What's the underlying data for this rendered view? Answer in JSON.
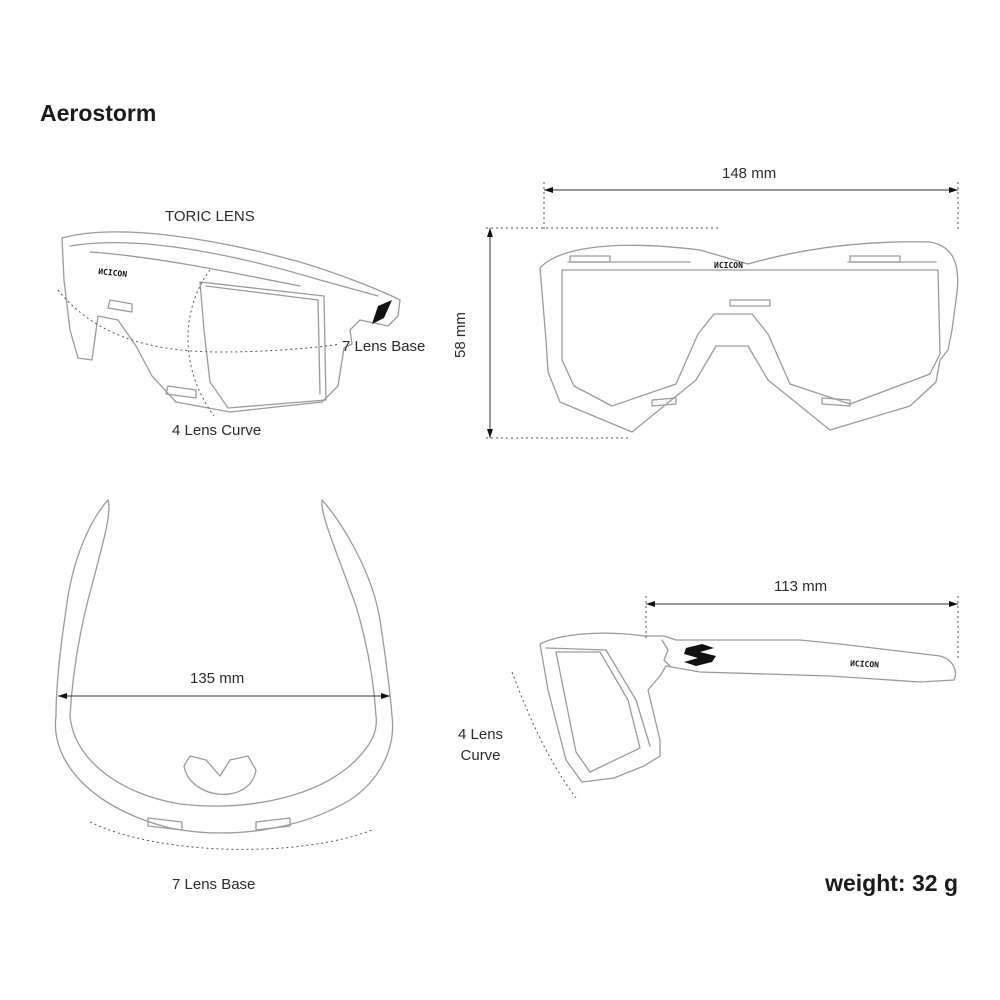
{
  "title": "Aerostorm",
  "labels": {
    "toric_lens": "TORIC LENS",
    "front_lens_base": "7 Lens Base",
    "front_lens_curve": "4 Lens Curve",
    "width_total": "148 mm",
    "height": "58 mm",
    "width_temple": "135 mm",
    "top_lens_base": "7 Lens Base",
    "temple_length": "113 mm",
    "side_lens_curve": "4 Lens\nCurve"
  },
  "brand_mark": "ИCICON",
  "weight": "weight: 32 g",
  "colors": {
    "line": "#9a9a9a",
    "ink": "#111111"
  },
  "icons": [
    "scicon-s-logo-icon"
  ]
}
